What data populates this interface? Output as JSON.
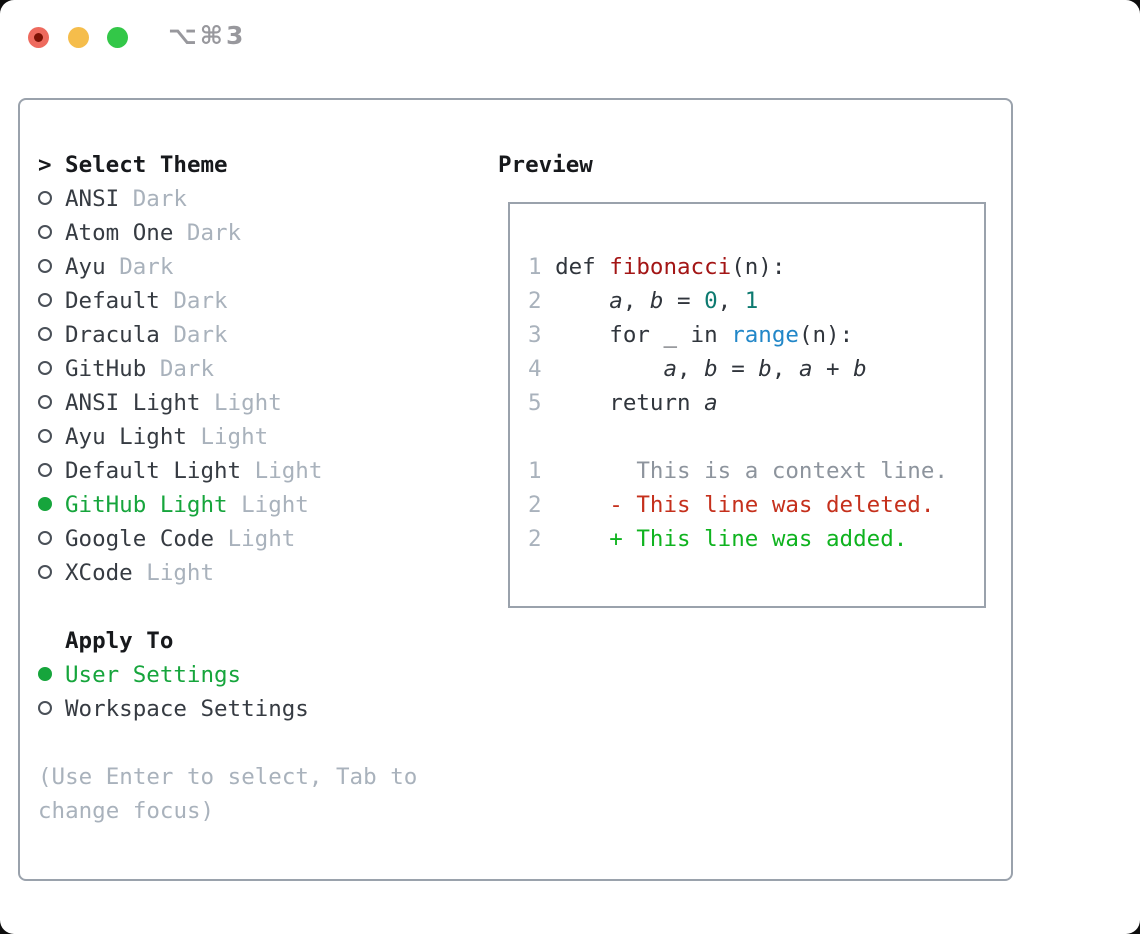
{
  "window": {
    "shortcut": "⌥⌘3"
  },
  "theme_picker": {
    "prompt": ">",
    "title": "Select Theme",
    "items": [
      {
        "name": "ANSI",
        "variant": "Dark",
        "selected": false
      },
      {
        "name": "Atom One",
        "variant": "Dark",
        "selected": false
      },
      {
        "name": "Ayu",
        "variant": "Dark",
        "selected": false
      },
      {
        "name": "Default",
        "variant": "Dark",
        "selected": false
      },
      {
        "name": "Dracula",
        "variant": "Dark",
        "selected": false
      },
      {
        "name": "GitHub",
        "variant": "Dark",
        "selected": false
      },
      {
        "name": "ANSI Light",
        "variant": "Light",
        "selected": false
      },
      {
        "name": "Ayu Light",
        "variant": "Light",
        "selected": false
      },
      {
        "name": "Default Light",
        "variant": "Light",
        "selected": false
      },
      {
        "name": "GitHub Light",
        "variant": "Light",
        "selected": true
      },
      {
        "name": "Google Code",
        "variant": "Light",
        "selected": false
      },
      {
        "name": "XCode",
        "variant": "Light",
        "selected": false
      }
    ],
    "apply_to": {
      "title": "Apply To",
      "options": [
        {
          "label": "User Settings",
          "selected": true
        },
        {
          "label": "Workspace Settings",
          "selected": false
        }
      ]
    },
    "hint_line1": "(Use Enter to select, Tab to",
    "hint_line2": "change focus)"
  },
  "preview": {
    "title": "Preview",
    "code_lines": [
      {
        "num": "1",
        "segments": [
          [
            " def ",
            "plain"
          ],
          [
            "fibonacci",
            "func"
          ],
          [
            "(n):",
            "plain"
          ]
        ]
      },
      {
        "num": "2",
        "segments": [
          [
            "     ",
            "plain"
          ],
          [
            "a",
            "var"
          ],
          [
            ", ",
            "plain"
          ],
          [
            "b",
            "var"
          ],
          [
            " = ",
            "plain"
          ],
          [
            "0",
            "lit"
          ],
          [
            ", ",
            "plain"
          ],
          [
            "1",
            "lit"
          ]
        ]
      },
      {
        "num": "3",
        "segments": [
          [
            "     for _ in ",
            "plain"
          ],
          [
            "range",
            "builtin"
          ],
          [
            "(n):",
            "plain"
          ]
        ]
      },
      {
        "num": "4",
        "segments": [
          [
            "         ",
            "plain"
          ],
          [
            "a",
            "var"
          ],
          [
            ", ",
            "plain"
          ],
          [
            "b",
            "var"
          ],
          [
            " = ",
            "plain"
          ],
          [
            "b",
            "var"
          ],
          [
            ", ",
            "plain"
          ],
          [
            "a",
            "var"
          ],
          [
            " + ",
            "plain"
          ],
          [
            "b",
            "var"
          ]
        ]
      },
      {
        "num": "5",
        "segments": [
          [
            "     return ",
            "plain"
          ],
          [
            "a",
            "var"
          ]
        ]
      }
    ],
    "diff_lines": [
      {
        "num": "1",
        "segments": [
          [
            "       This is a context line.",
            "ctx"
          ]
        ]
      },
      {
        "num": "2",
        "segments": [
          [
            "     - This line was deleted.",
            "del"
          ]
        ]
      },
      {
        "num": "2",
        "segments": [
          [
            "     + This line was added.",
            "add"
          ]
        ]
      }
    ]
  },
  "colors": {
    "accent_green": "#16a53c",
    "muted_gray": "#a9b2bc",
    "text_dark": "#30353c",
    "border_gray": "#9aa2ac",
    "func_red": "#a31515",
    "literal_teal": "#0d7a70",
    "builtin_blue": "#2287c8",
    "diff_context": "#8d949d",
    "diff_deleted": "#c5301c",
    "diff_added": "#0fb31f",
    "traffic_red": "#ee6a5e",
    "traffic_yellow": "#f5bd4b",
    "traffic_green": "#33c748"
  }
}
